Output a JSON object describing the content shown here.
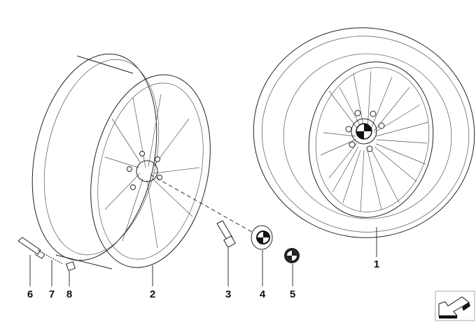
{
  "diagram": {
    "title_icon": "exploded-parts-diagram",
    "callouts": [
      {
        "id": "1",
        "label": "1"
      },
      {
        "id": "2",
        "label": "2"
      },
      {
        "id": "3",
        "label": "3"
      },
      {
        "id": "4",
        "label": "4"
      },
      {
        "id": "5",
        "label": "5"
      },
      {
        "id": "6",
        "label": "6"
      },
      {
        "id": "7",
        "label": "7"
      },
      {
        "id": "8",
        "label": "8"
      }
    ]
  },
  "nav": {
    "icon": "arrow-down-left-icon"
  }
}
